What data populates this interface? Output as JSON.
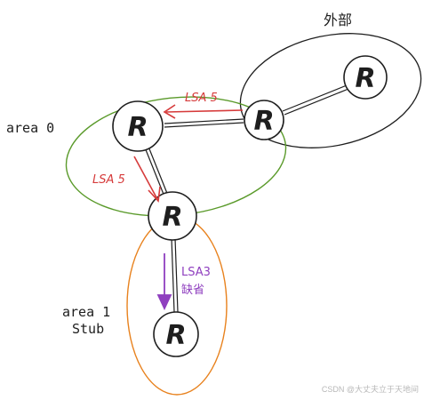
{
  "routers": [
    {
      "id": "r-external",
      "label": "R"
    },
    {
      "id": "r-asbr",
      "label": "R"
    },
    {
      "id": "r-area0",
      "label": "R"
    },
    {
      "id": "r-abr",
      "label": "R"
    },
    {
      "id": "r-area1",
      "label": "R"
    }
  ],
  "areas": {
    "external": {
      "label": "外部"
    },
    "area0": {
      "label": "area 0"
    },
    "area1": {
      "label_line1": "area 1",
      "label_line2": "Stub"
    }
  },
  "arrows": {
    "lsa5_top": {
      "label": "LSA 5"
    },
    "lsa5_left": {
      "label": "LSA 5"
    },
    "lsa3": {
      "label_line1": "LSA3",
      "label_line2": "缺省"
    }
  },
  "colors": {
    "external_area": "#1e1e1e",
    "area0": "#5a9a2a",
    "area1": "#e8821e",
    "lsa5": "#d63b3b",
    "lsa3": "#8f3fbf",
    "links": "#1e1e1e"
  },
  "watermark": "CSDN @大丈夫立于天地间"
}
